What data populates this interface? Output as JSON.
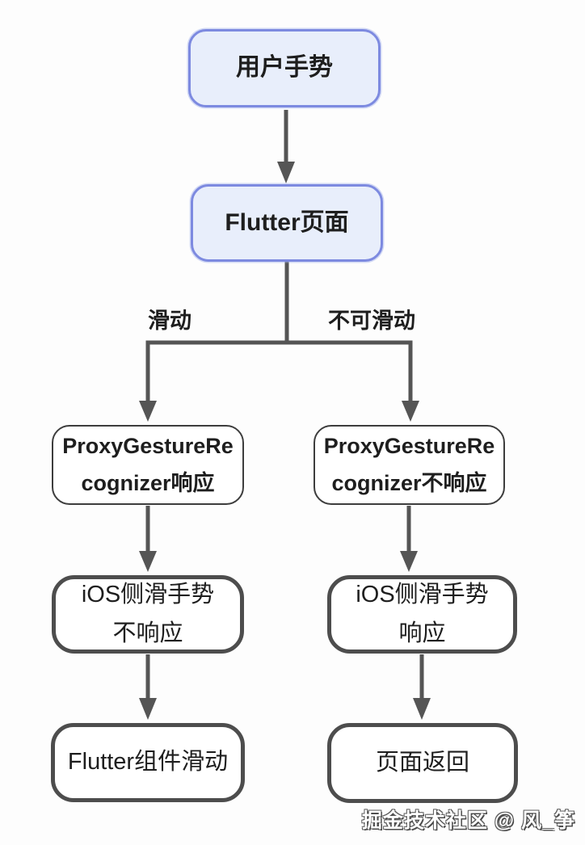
{
  "diagram": {
    "nodes": {
      "user_gesture": {
        "label": "用户手势"
      },
      "flutter_page": {
        "label": "Flutter页面"
      },
      "proxy_respond": {
        "line1": "ProxyGestureRe",
        "line2": "cognizer响应"
      },
      "proxy_not_respond": {
        "line1": "ProxyGestureRe",
        "line2": "cognizer不响应"
      },
      "ios_not_respond": {
        "line1": "iOS侧滑手势",
        "line2": "不响应"
      },
      "ios_respond": {
        "line1": "iOS侧滑手势",
        "line2": "响应"
      },
      "flutter_scroll": {
        "label": "Flutter组件滑动"
      },
      "page_back": {
        "label": "页面返回"
      }
    },
    "edge_labels": {
      "slide": "滑动",
      "no_slide": "不可滑动"
    },
    "colors": {
      "blue_node_fill": "#e8eefb",
      "blue_node_border": "#7d8ae0",
      "white_node_border_thin": "#3d3d3d",
      "white_node_border_thick": "#4d4d4d",
      "connector_line": "#555555",
      "text": "#1e1e1e",
      "background": "#fdfdfd"
    }
  },
  "watermark": "掘金技术社区 @ 风_筝"
}
